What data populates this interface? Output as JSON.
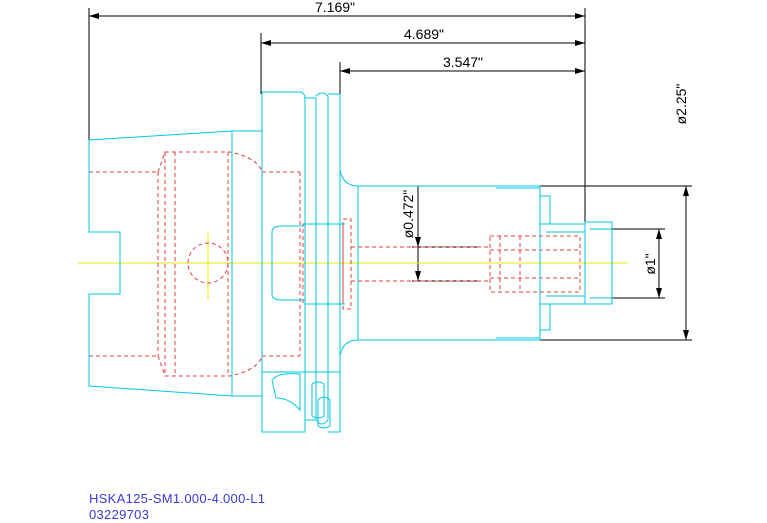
{
  "dimensions": {
    "overall_length": "7.169\"",
    "flange_to_end": "4.689\"",
    "body_length": "3.547\"",
    "body_diameter": "ø2.25\"",
    "bore_diameter": "ø0.472\"",
    "pilot_diameter": "ø1\""
  },
  "caption": {
    "part_number": "HSKA125-SM1.000-4.000-L1",
    "serial_number": "03229703"
  },
  "colors": {
    "outline": "#00c8e0",
    "hidden_lines": "#e04040",
    "centerline": "#e8e800",
    "dimension": "#000000",
    "caption_text": "#3a3ad6"
  }
}
